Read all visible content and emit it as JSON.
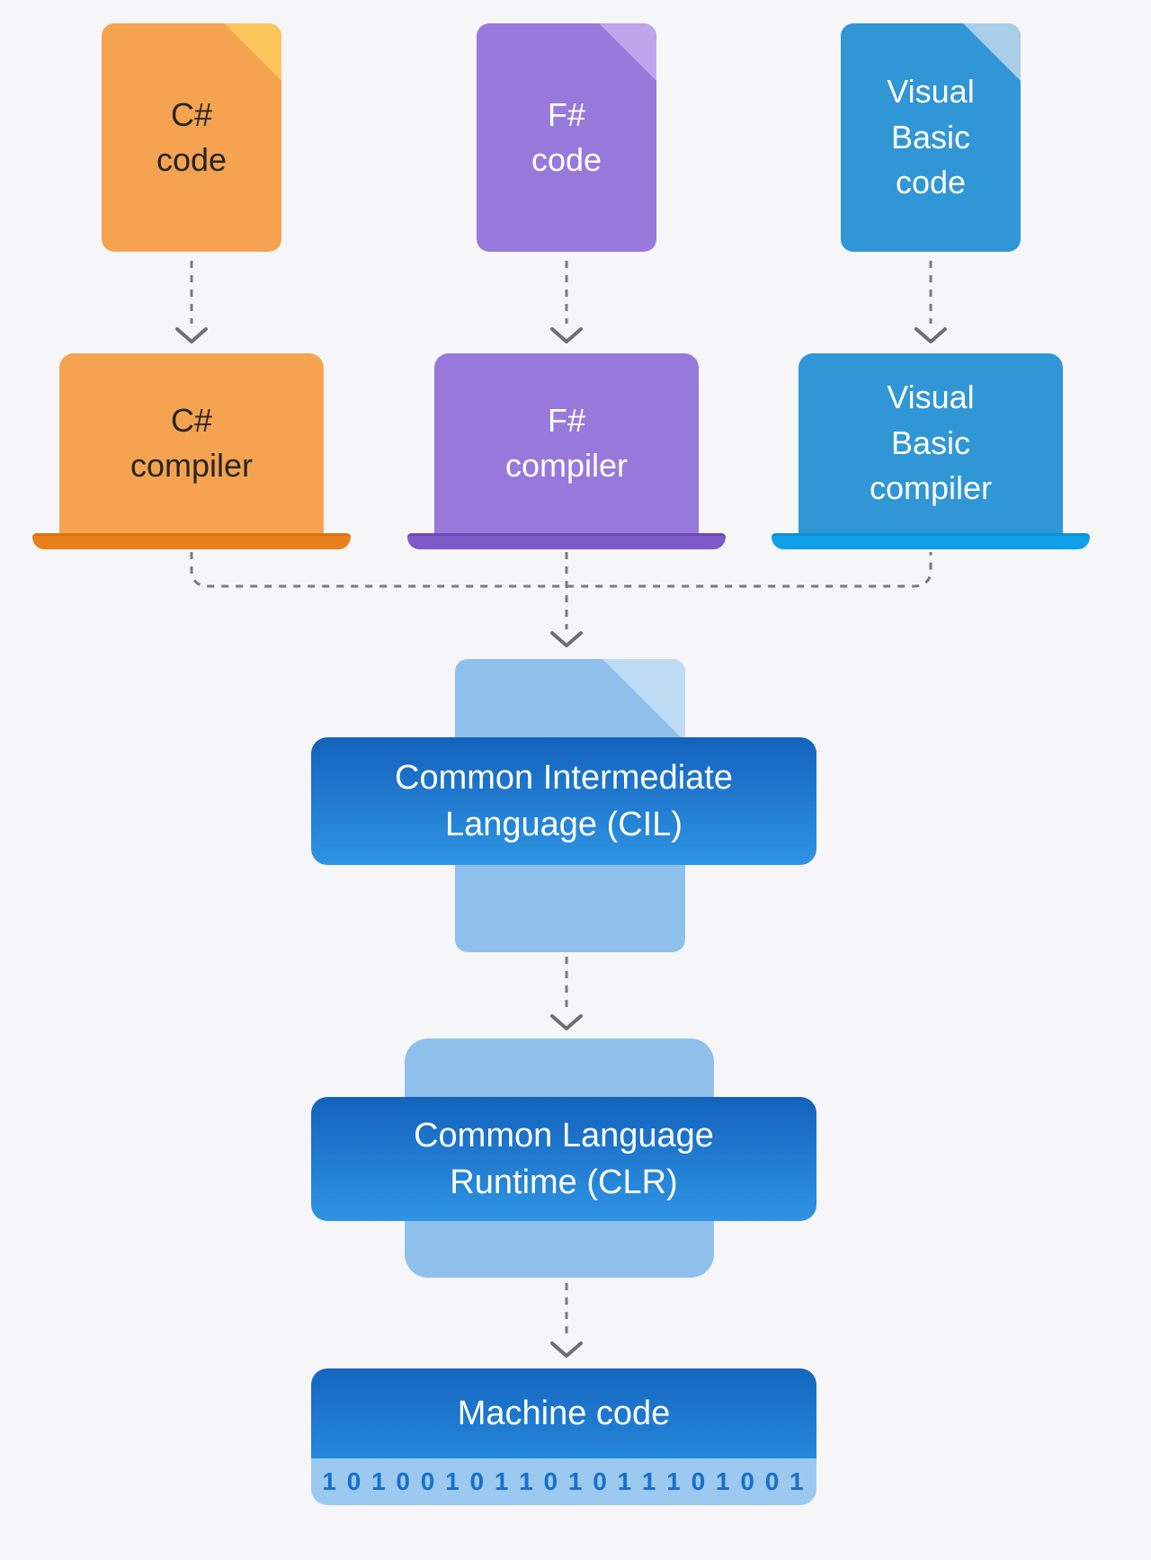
{
  "palette": {
    "background": "#f6f6f8",
    "csharp_main": "#f5a350",
    "csharp_fold": "#fcc55c",
    "csharp_base": "#e8811b",
    "fsharp_main": "#9779db",
    "fsharp_fold": "#bca5eb",
    "fsharp_base": "#7d5ac8",
    "vb_main": "#3096d6",
    "vb_fold": "#a9ceea",
    "vb_base": "#0fa0e9",
    "light_doc": "#8fc0eb",
    "light_doc_fold": "#bfdcf5",
    "banner_gradient_top": "#1362bb",
    "banner_gradient_bottom": "#2e94e3",
    "binary_strip": "#9cc9f0",
    "binary_text": "#1a6fc7",
    "arrow": "#7b7b7b"
  },
  "nodes": {
    "csharp_code": "C#\ncode",
    "fsharp_code": "F#\ncode",
    "vb_code": "Visual\nBasic\ncode",
    "csharp_compiler": "C#\ncompiler",
    "fsharp_compiler": "F#\ncompiler",
    "vb_compiler": "Visual\nBasic\ncompiler",
    "cil": "Common Intermediate\nLanguage (CIL)",
    "clr": "Common Language\nRuntime (CLR)",
    "machine_code": "Machine code",
    "machine_binary": "1 0 1 0 0 1 0 1 1 0 1 0 1 1 1 0 1 0 0 1"
  }
}
